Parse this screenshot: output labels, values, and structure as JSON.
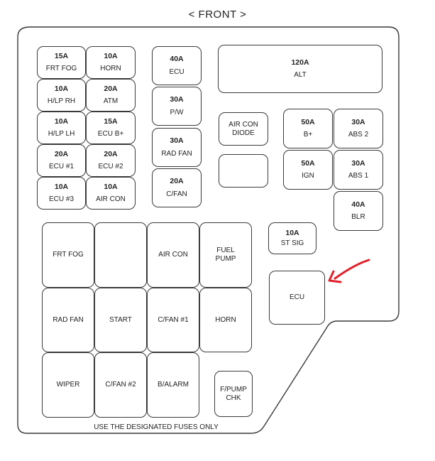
{
  "header": "< FRONT >",
  "footer": "USE THE DESIGNATED FUSES ONLY",
  "colors": {
    "outline": "#3a3a3a",
    "arrow": "#e0202a"
  },
  "fuses_left": [
    {
      "amp": "15A",
      "name": "FRT FOG"
    },
    {
      "amp": "10A",
      "name": "HORN"
    },
    {
      "amp": "10A",
      "name": "H/LP RH"
    },
    {
      "amp": "20A",
      "name": "ATM"
    },
    {
      "amp": "10A",
      "name": "H/LP LH"
    },
    {
      "amp": "15A",
      "name": "ECU B+"
    },
    {
      "amp": "20A",
      "name": "ECU #1"
    },
    {
      "amp": "20A",
      "name": "ECU #2"
    },
    {
      "amp": "10A",
      "name": "ECU #3"
    },
    {
      "amp": "10A",
      "name": "AIR CON"
    }
  ],
  "fuses_mid": [
    {
      "amp": "40A",
      "name": "ECU"
    },
    {
      "amp": "30A",
      "name": "P/W"
    },
    {
      "amp": "30A",
      "name": "RAD FAN"
    },
    {
      "amp": "20A",
      "name": "C/FAN"
    }
  ],
  "alt": {
    "amp": "120A",
    "name": "ALT"
  },
  "aircon_diode": "AIR CON DIODE",
  "fuses_right": [
    {
      "amp": "50A",
      "name": "B+"
    },
    {
      "amp": "30A",
      "name": "ABS 2"
    },
    {
      "amp": "50A",
      "name": "IGN"
    },
    {
      "amp": "30A",
      "name": "ABS 1"
    },
    {
      "amp": "40A",
      "name": "BLR"
    }
  ],
  "st_sig": {
    "amp": "10A",
    "name": "ST SIG"
  },
  "ecu_relay": "ECU",
  "relays": [
    "FRT FOG",
    "",
    "AIR CON",
    "FUEL PUMP",
    "RAD FAN",
    "START",
    "C/FAN #1",
    "HORN",
    "WIPER",
    "C/FAN #2",
    "B/ALARM"
  ],
  "fpump_chk": "F/PUMP CHK"
}
